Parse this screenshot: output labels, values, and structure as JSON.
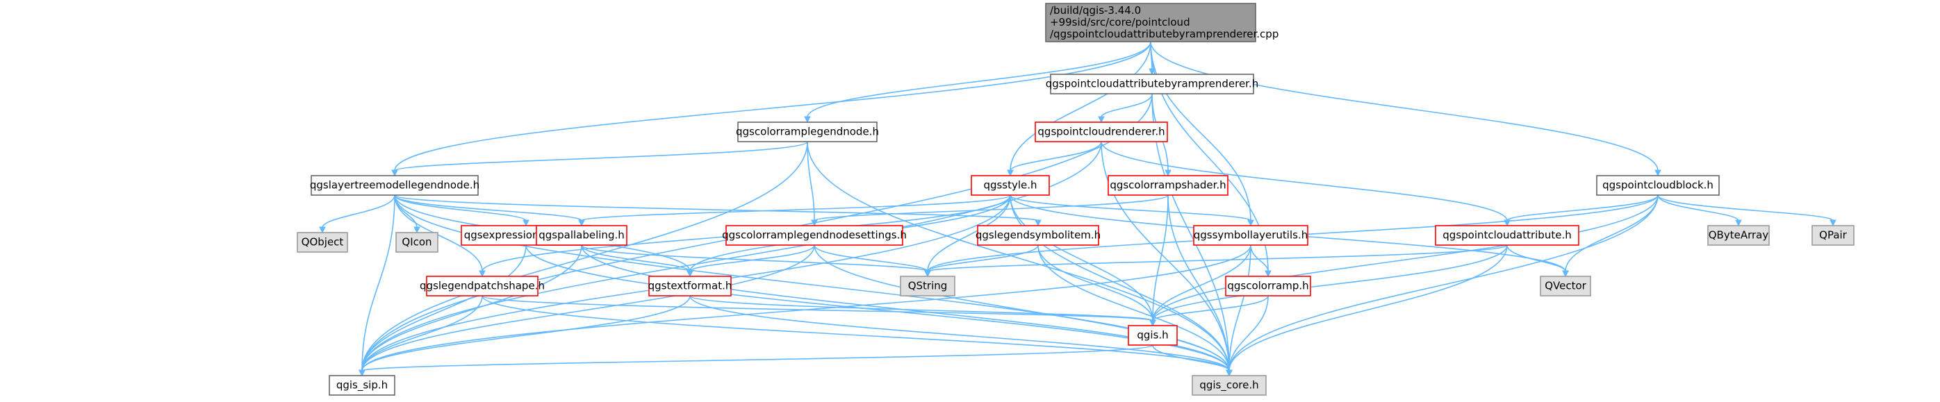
{
  "graph": {
    "colors": {
      "edge": "#63b8ff",
      "root_fill": "#999999",
      "root_border": "#666666",
      "documented_fill": "#ffffff",
      "documented_border": "#666666",
      "truncated_border": "#ff0000",
      "external_fill": "#e0e0e0",
      "external_border": "#999999"
    },
    "nodes": [
      {
        "id": "root",
        "kind": "root",
        "lines": [
          "/build/qgis-3.44.0",
          "+99sid/src/core/pointcloud",
          "/qgspointcloudattributebyramprenderer.cpp"
        ]
      },
      {
        "id": "byramp",
        "kind": "doc",
        "lines": [
          "qgspointcloudattributebyramprenderer.h"
        ]
      },
      {
        "id": "cloudrenderer",
        "kind": "trunc",
        "lines": [
          "qgspointcloudrenderer.h"
        ]
      },
      {
        "id": "colorramplegendnode",
        "kind": "doc",
        "lines": [
          "qgscolorramplegendnode.h"
        ]
      },
      {
        "id": "layertreemodellegendnode",
        "kind": "doc",
        "lines": [
          "qgslayertreemodellegendnode.h"
        ]
      },
      {
        "id": "style",
        "kind": "trunc",
        "lines": [
          "qgsstyle.h"
        ]
      },
      {
        "id": "colorrampshader",
        "kind": "trunc",
        "lines": [
          "qgscolorrampshader.h"
        ]
      },
      {
        "id": "cloudblock",
        "kind": "doc",
        "lines": [
          "qgspointcloudblock.h"
        ]
      },
      {
        "id": "qobject",
        "kind": "ext",
        "lines": [
          "QObject"
        ]
      },
      {
        "id": "qicon",
        "kind": "ext",
        "lines": [
          "QIcon"
        ]
      },
      {
        "id": "exprcontext",
        "kind": "trunc",
        "lines": [
          "qgsexpressioncontext.h"
        ]
      },
      {
        "id": "pallabeling",
        "kind": "trunc",
        "lines": [
          "qgspallabeling.h"
        ]
      },
      {
        "id": "legendnodesettings",
        "kind": "trunc",
        "lines": [
          "qgscolorramplegendnodesettings.h"
        ]
      },
      {
        "id": "legendsymbolitem",
        "kind": "trunc",
        "lines": [
          "qgslegendsymbolitem.h"
        ]
      },
      {
        "id": "symbollayerutils",
        "kind": "trunc",
        "lines": [
          "qgssymbollayerutils.h"
        ]
      },
      {
        "id": "cloudattribute",
        "kind": "trunc",
        "lines": [
          "qgspointcloudattribute.h"
        ]
      },
      {
        "id": "qbytearray",
        "kind": "ext",
        "lines": [
          "QByteArray"
        ]
      },
      {
        "id": "qpair",
        "kind": "ext",
        "lines": [
          "QPair"
        ]
      },
      {
        "id": "legendpatchshape",
        "kind": "trunc",
        "lines": [
          "qgslegendpatchshape.h"
        ]
      },
      {
        "id": "textformat",
        "kind": "trunc",
        "lines": [
          "qgstextformat.h"
        ]
      },
      {
        "id": "qstring",
        "kind": "ext",
        "lines": [
          "QString"
        ]
      },
      {
        "id": "colorramp",
        "kind": "trunc",
        "lines": [
          "qgscolorramp.h"
        ]
      },
      {
        "id": "qvector",
        "kind": "ext",
        "lines": [
          "QVector"
        ]
      },
      {
        "id": "qgis",
        "kind": "trunc",
        "lines": [
          "qgis.h"
        ]
      },
      {
        "id": "qgissip",
        "kind": "doc",
        "lines": [
          "qgis_sip.h"
        ]
      },
      {
        "id": "qgiscore",
        "kind": "ext",
        "lines": [
          "qgis_core.h"
        ]
      }
    ],
    "edges": [
      [
        "root",
        "byramp"
      ],
      [
        "root",
        "colorramplegendnode"
      ],
      [
        "root",
        "layertreemodellegendnode"
      ],
      [
        "root",
        "style"
      ],
      [
        "root",
        "symbollayerutils"
      ],
      [
        "root",
        "colorramp"
      ],
      [
        "root",
        "cloudblock"
      ],
      [
        "byramp",
        "cloudrenderer"
      ],
      [
        "byramp",
        "colorrampshader"
      ],
      [
        "byramp",
        "qgissip"
      ],
      [
        "byramp",
        "qgiscore"
      ],
      [
        "cloudrenderer",
        "style"
      ],
      [
        "cloudrenderer",
        "cloudattribute"
      ],
      [
        "cloudrenderer",
        "qgissip"
      ],
      [
        "cloudrenderer",
        "qgiscore"
      ],
      [
        "colorramplegendnode",
        "layertreemodellegendnode"
      ],
      [
        "colorramplegendnode",
        "legendnodesettings"
      ],
      [
        "colorramplegendnode",
        "qgissip"
      ],
      [
        "colorramplegendnode",
        "qgiscore"
      ],
      [
        "layertreemodellegendnode",
        "qobject"
      ],
      [
        "layertreemodellegendnode",
        "qicon"
      ],
      [
        "layertreemodellegendnode",
        "exprcontext"
      ],
      [
        "layertreemodellegendnode",
        "pallabeling"
      ],
      [
        "layertreemodellegendnode",
        "legendsymbolitem"
      ],
      [
        "layertreemodellegendnode",
        "legendpatchshape"
      ],
      [
        "layertreemodellegendnode",
        "textformat"
      ],
      [
        "layertreemodellegendnode",
        "qgissip"
      ],
      [
        "layertreemodellegendnode",
        "qgiscore"
      ],
      [
        "style",
        "pallabeling"
      ],
      [
        "style",
        "legendpatchshape"
      ],
      [
        "style",
        "textformat"
      ],
      [
        "style",
        "qstring"
      ],
      [
        "style",
        "symbollayerutils"
      ],
      [
        "style",
        "qvector"
      ],
      [
        "style",
        "qgis"
      ],
      [
        "style",
        "qgissip"
      ],
      [
        "style",
        "qgiscore"
      ],
      [
        "colorrampshader",
        "legendnodesettings"
      ],
      [
        "colorrampshader",
        "qgis"
      ],
      [
        "colorrampshader",
        "qgiscore"
      ],
      [
        "cloudblock",
        "cloudattribute"
      ],
      [
        "cloudblock",
        "qbytearray"
      ],
      [
        "cloudblock",
        "qpair"
      ],
      [
        "cloudblock",
        "qvector"
      ],
      [
        "cloudblock",
        "qgis"
      ],
      [
        "cloudblock",
        "qstring"
      ],
      [
        "cloudblock",
        "qgiscore"
      ],
      [
        "exprcontext",
        "qgissip"
      ],
      [
        "exprcontext",
        "qgiscore"
      ],
      [
        "pallabeling",
        "textformat"
      ],
      [
        "pallabeling",
        "qstring"
      ],
      [
        "pallabeling",
        "qgissip"
      ],
      [
        "pallabeling",
        "qgiscore"
      ],
      [
        "legendnodesettings",
        "textformat"
      ],
      [
        "legendnodesettings",
        "qstring"
      ],
      [
        "legendnodesettings",
        "qgissip"
      ],
      [
        "legendnodesettings",
        "qgiscore"
      ],
      [
        "legendsymbolitem",
        "qstring"
      ],
      [
        "legendsymbolitem",
        "qgis"
      ],
      [
        "legendsymbolitem",
        "qgiscore"
      ],
      [
        "symbollayerutils",
        "colorramp"
      ],
      [
        "symbollayerutils",
        "qgis"
      ],
      [
        "symbollayerutils",
        "qgissip"
      ],
      [
        "symbollayerutils",
        "qgiscore"
      ],
      [
        "cloudattribute",
        "qstring"
      ],
      [
        "cloudattribute",
        "qvector"
      ],
      [
        "cloudattribute",
        "qgis"
      ],
      [
        "cloudattribute",
        "qgiscore"
      ],
      [
        "legendpatchshape",
        "qgis"
      ],
      [
        "legendpatchshape",
        "qgissip"
      ],
      [
        "legendpatchshape",
        "qgiscore"
      ],
      [
        "textformat",
        "qgis"
      ],
      [
        "textformat",
        "qgissip"
      ],
      [
        "textformat",
        "qgiscore"
      ],
      [
        "colorramp",
        "qgis"
      ],
      [
        "colorramp",
        "qgiscore"
      ],
      [
        "qgis",
        "qgissip"
      ],
      [
        "qgis",
        "qgiscore"
      ]
    ]
  }
}
